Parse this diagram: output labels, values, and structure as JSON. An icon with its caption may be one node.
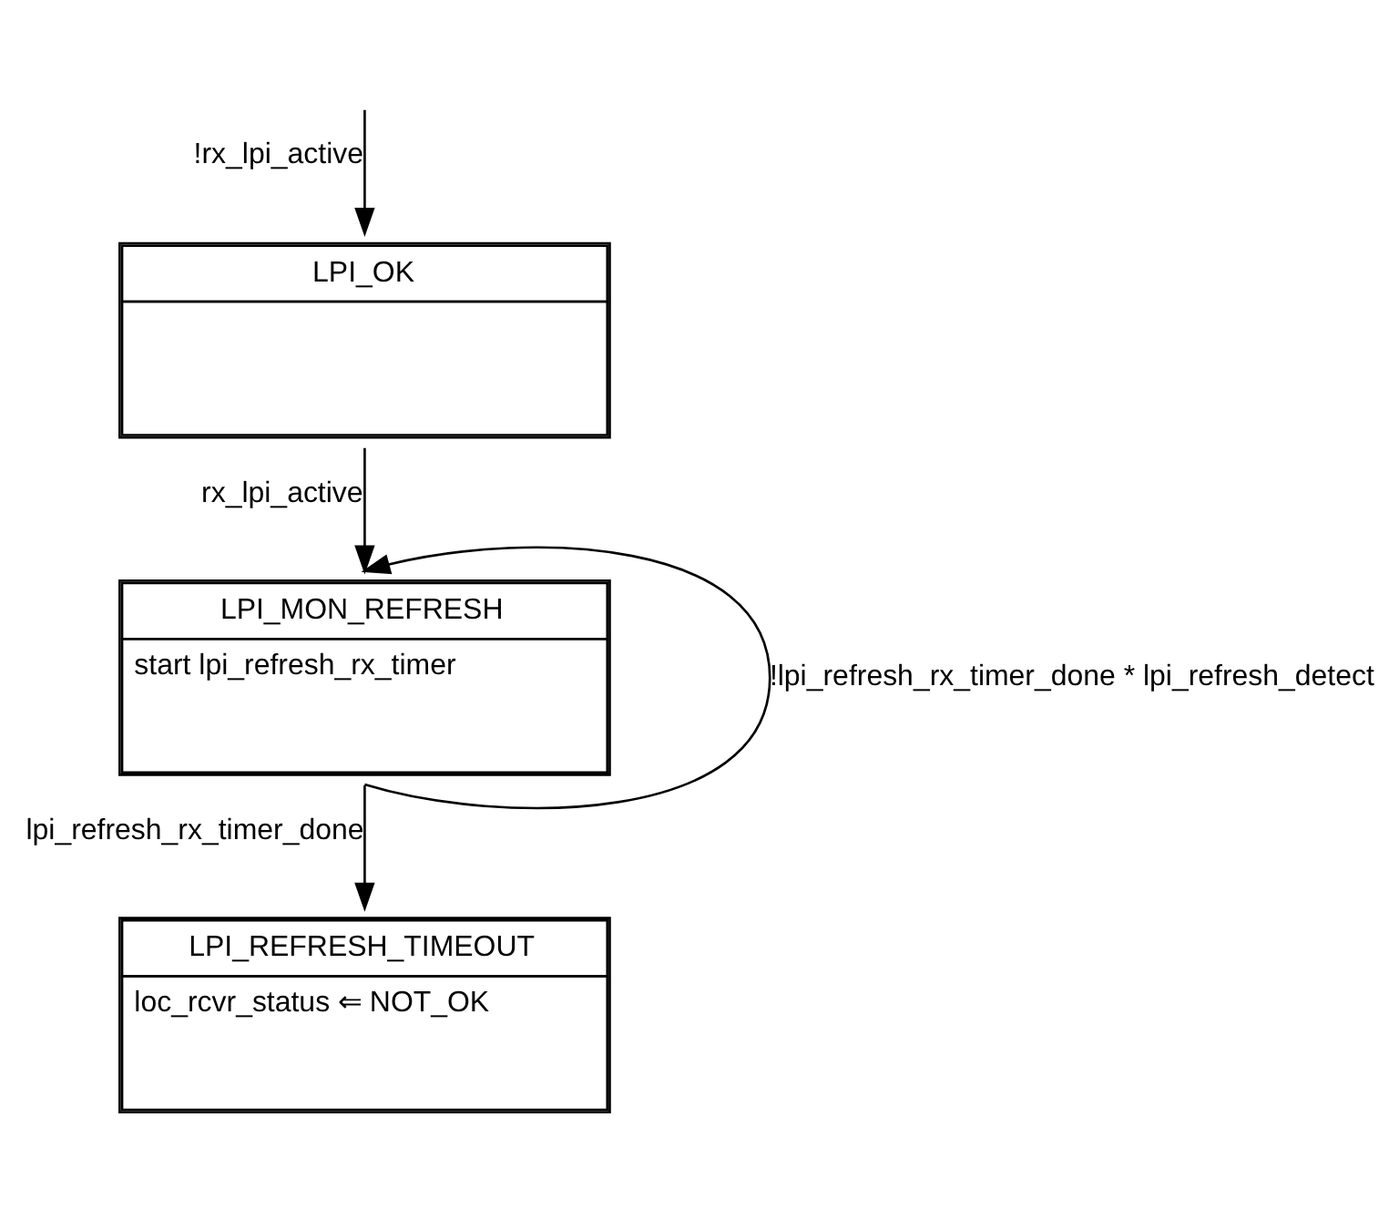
{
  "diagram": {
    "nodes": [
      {
        "text": [
          "LPI_OK"
        ]
      },
      {
        "text": [
          "LPI_MON_REFRESH",
          "start lpi_refresh_rx_timer"
        ]
      },
      {
        "text": [
          "LPI_REFRESH_TIMEOUT",
          "loc_rcvr_status ⇐ NOT_OK"
        ]
      }
    ],
    "edges": [
      {
        "from": null,
        "to": 0,
        "arrow": "to",
        "label": "!rx_lpi_active"
      },
      {
        "from": 0,
        "to": 1,
        "arrow": "to",
        "label": "rx_lpi_active"
      },
      {
        "from": 1,
        "to": 1,
        "arrow": "to",
        "label": "!lpi_refresh_rx_timer_done * lpi_refresh_detect"
      },
      {
        "from": 1,
        "to": 2,
        "arrow": "to",
        "label": "lpi_refresh_rx_timer_done"
      }
    ]
  }
}
